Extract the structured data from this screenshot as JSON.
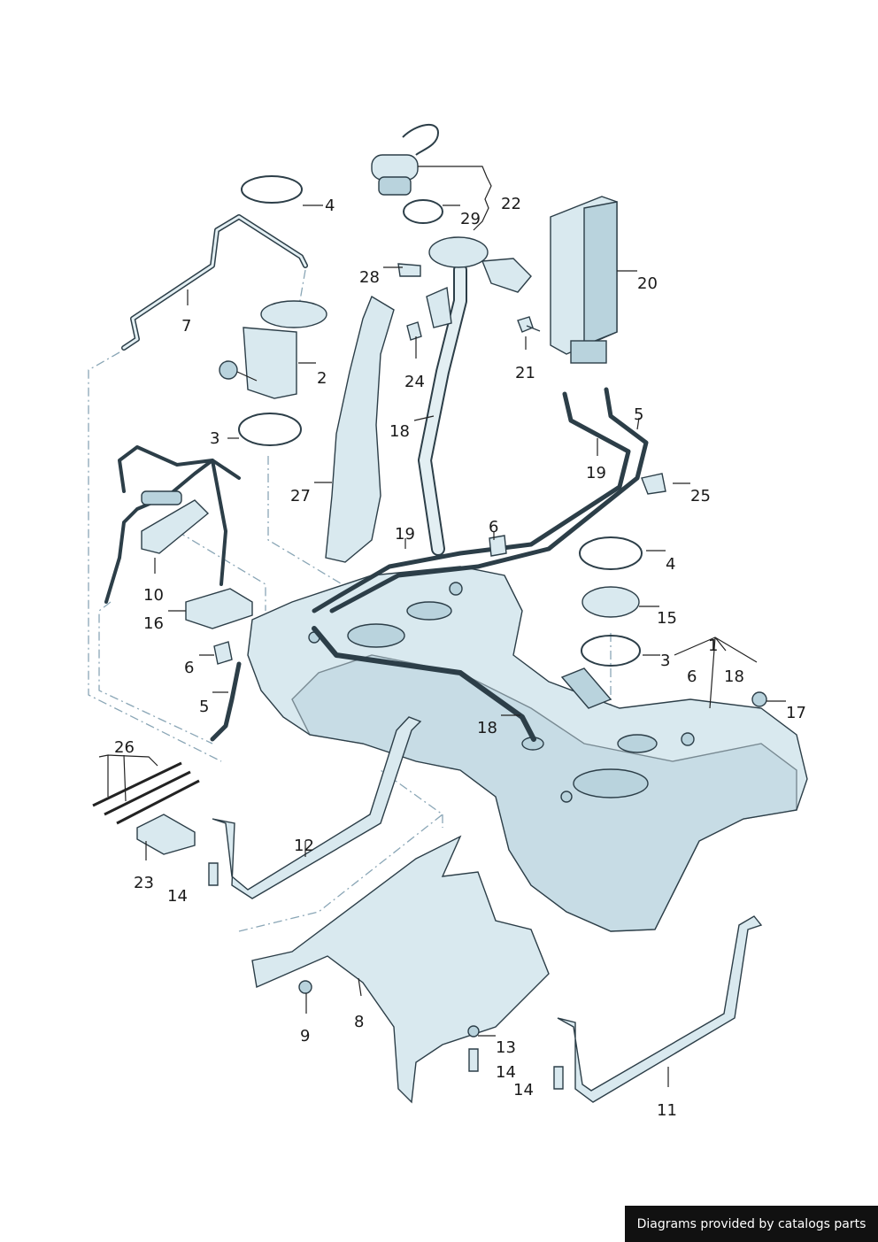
{
  "labels": [
    "1",
    "2",
    "3",
    "3",
    "4",
    "4",
    "5",
    "5",
    "6",
    "6",
    "6",
    "7",
    "8",
    "9",
    "10",
    "11",
    "12",
    "13",
    "14",
    "14",
    "14",
    "15",
    "16",
    "17",
    "18",
    "18",
    "18",
    "19",
    "19",
    "20",
    "21",
    "22",
    "23",
    "24",
    "25",
    "26",
    "27",
    "28",
    "29"
  ],
  "credit": "Diagrams provided by catalogs parts",
  "colors": {
    "part_fill": "#d9e9ef",
    "outline": "#2c3e48",
    "credit_bg": "#111111"
  }
}
